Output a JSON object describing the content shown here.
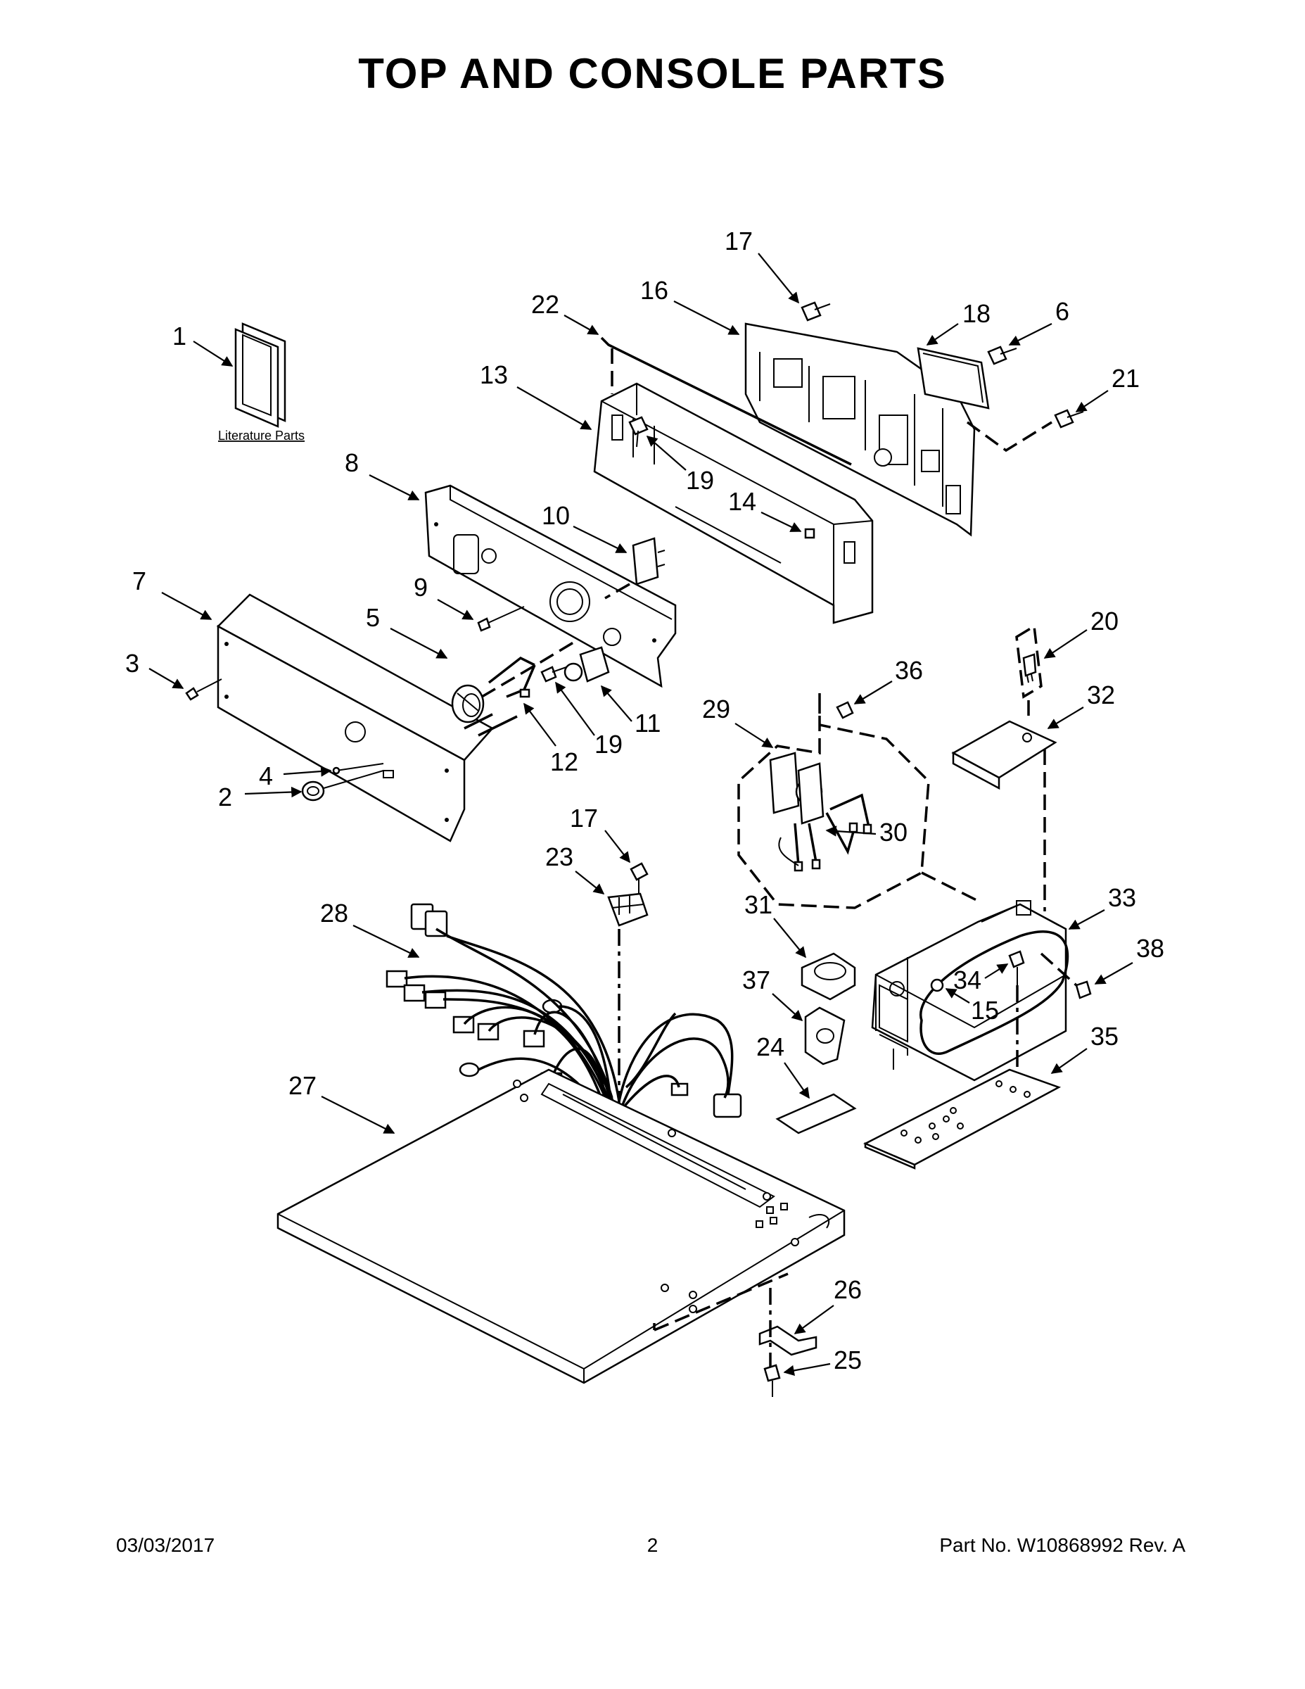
{
  "title": "TOP AND CONSOLE PARTS",
  "literature_label": "Literature Parts",
  "footer": {
    "date": "03/03/2017",
    "page": "2",
    "part_number": "Part No.  W10868992  Rev.  A"
  },
  "callouts": {
    "c1": "1",
    "c2": "2",
    "c3": "3",
    "c4": "4",
    "c5": "5",
    "c6": "6",
    "c7": "7",
    "c8": "8",
    "c9": "9",
    "c10": "10",
    "c11": "11",
    "c12": "12",
    "c13": "13",
    "c14": "14",
    "c15": "15",
    "c16": "16",
    "c17a": "17",
    "c17b": "17",
    "c18": "18",
    "c19a": "19",
    "c19b": "19",
    "c20": "20",
    "c21": "21",
    "c22": "22",
    "c23": "23",
    "c24": "24",
    "c25": "25",
    "c26": "26",
    "c27": "27",
    "c28": "28",
    "c29": "29",
    "c30": "30",
    "c31": "31",
    "c32": "32",
    "c33": "33",
    "c34": "34",
    "c35": "35",
    "c36": "36",
    "c37": "37",
    "c38": "38"
  }
}
